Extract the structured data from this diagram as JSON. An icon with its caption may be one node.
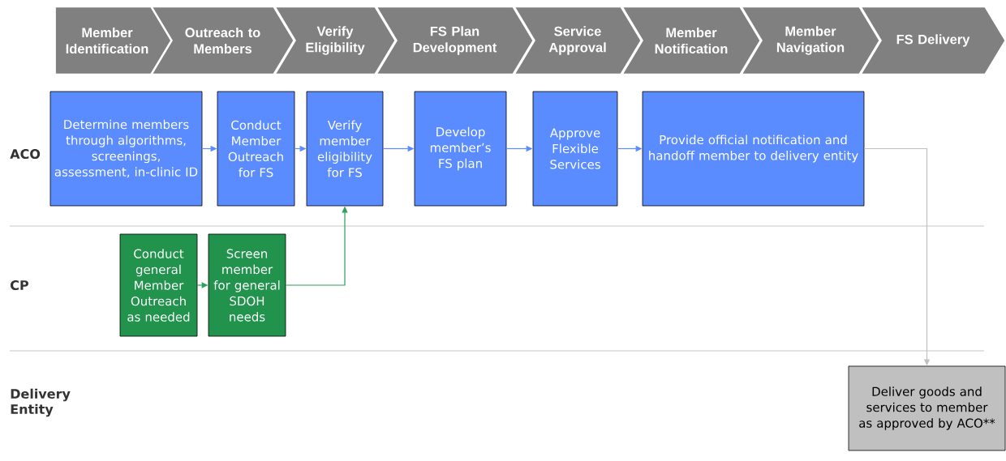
{
  "diagram": {
    "nodes": [
      {
        "text": [
          "Member Identification"
        ]
      },
      {
        "text": [
          "Outreach to Members"
        ]
      },
      {
        "text": [
          "Verify Eligibility"
        ]
      },
      {
        "text": [
          "FS Plan Development"
        ]
      },
      {
        "text": [
          "Service Approval"
        ]
      },
      {
        "text": [
          "Member Notification"
        ]
      },
      {
        "text": [
          "Member Navigation"
        ]
      },
      {
        "text": [
          "FS Delivery"
        ]
      },
      {
        "text": [
          "Determine members through algorithms, screenings, assessment, in-clinic ID"
        ]
      },
      {
        "text": [
          "Conduct Member Outreach for FS"
        ]
      },
      {
        "text": [
          "Verify member eligibility for FS"
        ]
      },
      {
        "text": [
          "Develop member’s FS plan"
        ]
      },
      {
        "text": [
          "Approve Flexible Services"
        ]
      },
      {
        "text": [
          "Provide official notification and handoff member to delivery entity"
        ]
      },
      {
        "text": [
          "Conduct general Member Outreach as needed"
        ]
      },
      {
        "text": [
          "Screen member for general SDOH needs"
        ]
      },
      {
        "text": [
          "Deliver goods and services to member as approved by ACO**"
        ]
      }
    ],
    "edges": [
      {
        "from": 8,
        "to": 9,
        "arrow": "to"
      },
      {
        "from": 9,
        "to": 10,
        "arrow": "to"
      },
      {
        "from": 10,
        "to": 11,
        "arrow": "to"
      },
      {
        "from": 11,
        "to": 12,
        "arrow": "to"
      },
      {
        "from": 12,
        "to": 13,
        "arrow": "to"
      },
      {
        "from": 14,
        "to": 15,
        "arrow": "to",
        "color": "#2e9e5a"
      },
      {
        "from": 15,
        "to": 10,
        "arrow": "to",
        "color": "#2e9e5a"
      },
      {
        "from": 13,
        "to": 16,
        "arrow": "to",
        "color": "#c0c0c0"
      }
    ],
    "labels": [
      "ACO",
      "CP",
      "Delivery Entity"
    ]
  }
}
